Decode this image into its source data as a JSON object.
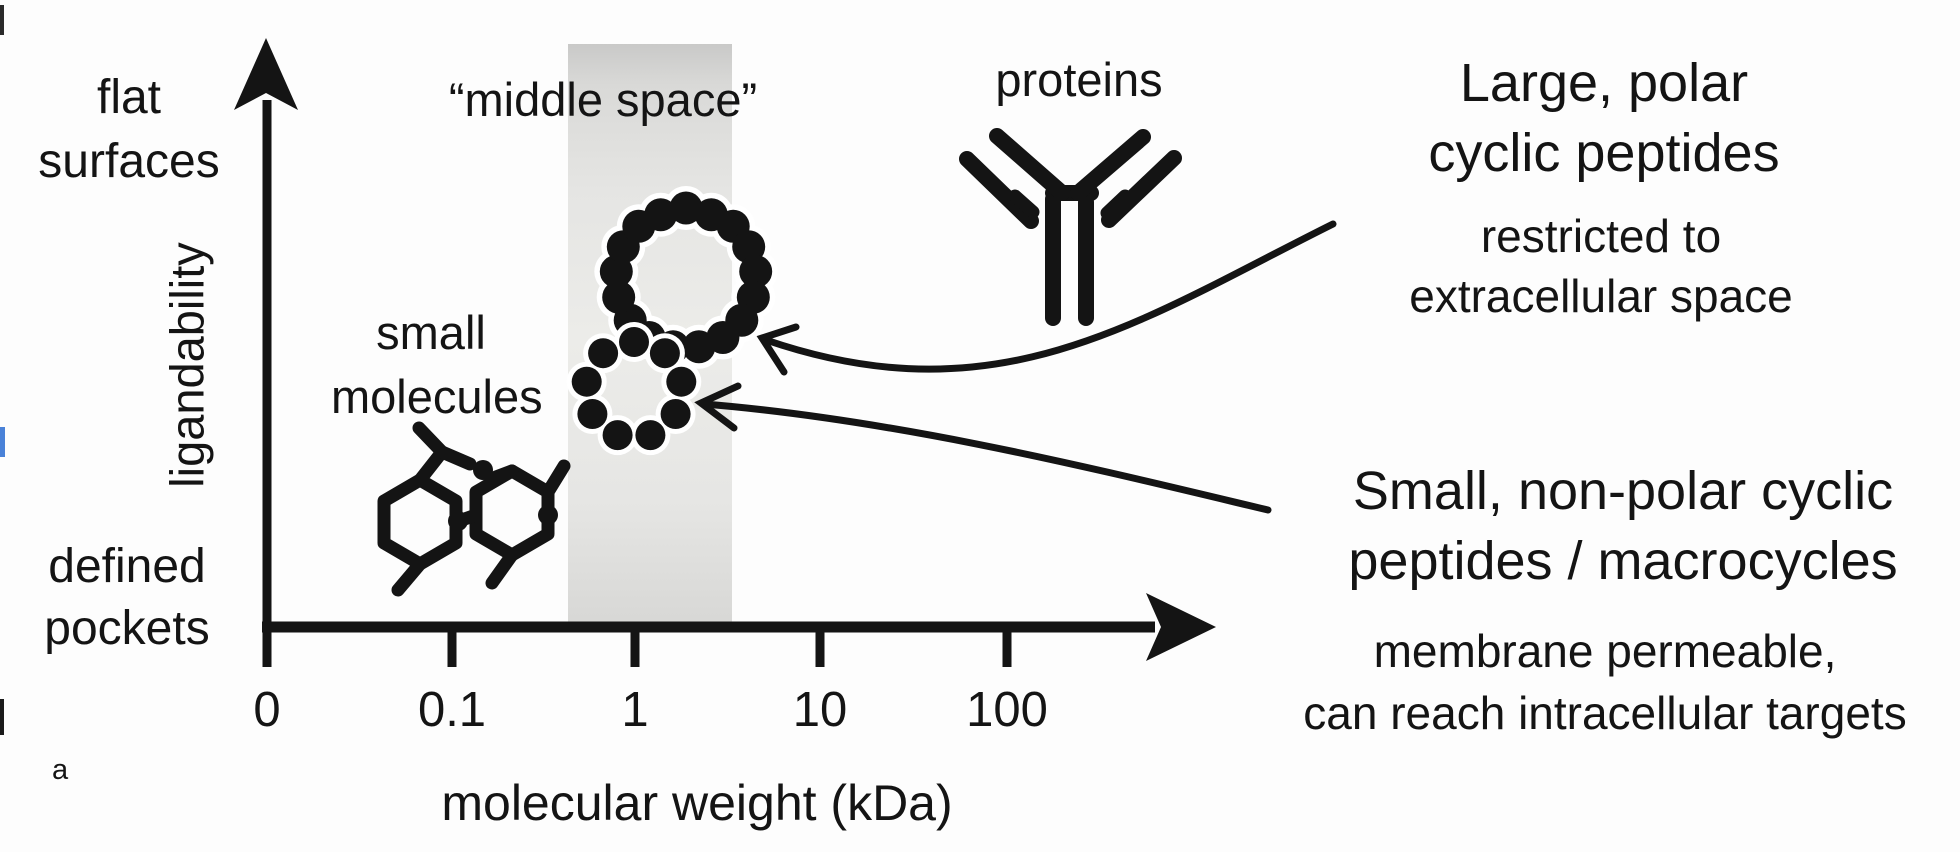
{
  "panel": {
    "label": "a"
  },
  "axes": {
    "y": {
      "label": "ligandability",
      "high_end": [
        "flat",
        "surfaces"
      ],
      "low_end": [
        "defined",
        "pockets"
      ]
    },
    "x": {
      "label": "molecular weight (kDa)",
      "ticks": [
        "0",
        "0.1",
        "1",
        "10",
        "100"
      ]
    }
  },
  "regions": {
    "middle_space": "“middle space”",
    "small_molecules": [
      "small",
      "molecules"
    ],
    "proteins": "proteins"
  },
  "annotations": {
    "large_polar": {
      "title": [
        "Large, polar",
        "cyclic peptides"
      ],
      "note": [
        "restricted to",
        "extracellular space"
      ]
    },
    "small_nonpolar": {
      "title": [
        "Small, non-polar cyclic",
        "peptides / macrocycles"
      ],
      "note": [
        "membrane permeable,",
        "can reach intracellular targets"
      ]
    }
  },
  "icons": {
    "antibody": "antibody-icon",
    "large_cyclic_peptide": "large-cyclic-peptide-ring-icon",
    "small_cyclic_peptide": "small-cyclic-peptide-ring-icon",
    "small_molecule": "small-molecule-structure-icon"
  },
  "colors": {
    "ink": "#141414",
    "band_top": "#cccccb",
    "band_mid": "#ebebe9",
    "band_bottom": "#d8d8d6",
    "background": "#fdfdfd",
    "edge_artifact_blue": "#4a82d8"
  },
  "chart_data": {
    "type": "diagram",
    "x_axis": {
      "label": "molecular weight (kDa)",
      "scale": "log",
      "tick_labels": [
        "0",
        "0.1",
        "1",
        "10",
        "100"
      ]
    },
    "y_axis": {
      "label": "ligandability",
      "low": "defined pockets",
      "high": "flat surfaces"
    },
    "regions": [
      {
        "name": "small molecules",
        "position": "below ~0.5 kDa, lower-middle of plot"
      },
      {
        "name": "middle space",
        "band_kDa_approx": [
          0.4,
          3
        ],
        "style": "shaded gray vertical band"
      },
      {
        "name": "proteins",
        "position": "~10–100 kDa, top of plot"
      }
    ],
    "callouts": [
      {
        "target": "large cyclic peptide ring",
        "text": "Large, polar cyclic peptides — restricted to extracellular space"
      },
      {
        "target": "small cyclic peptide ring",
        "text": "Small, non-polar cyclic peptides / macrocycles — membrane permeable, can reach intracellular targets"
      }
    ]
  }
}
